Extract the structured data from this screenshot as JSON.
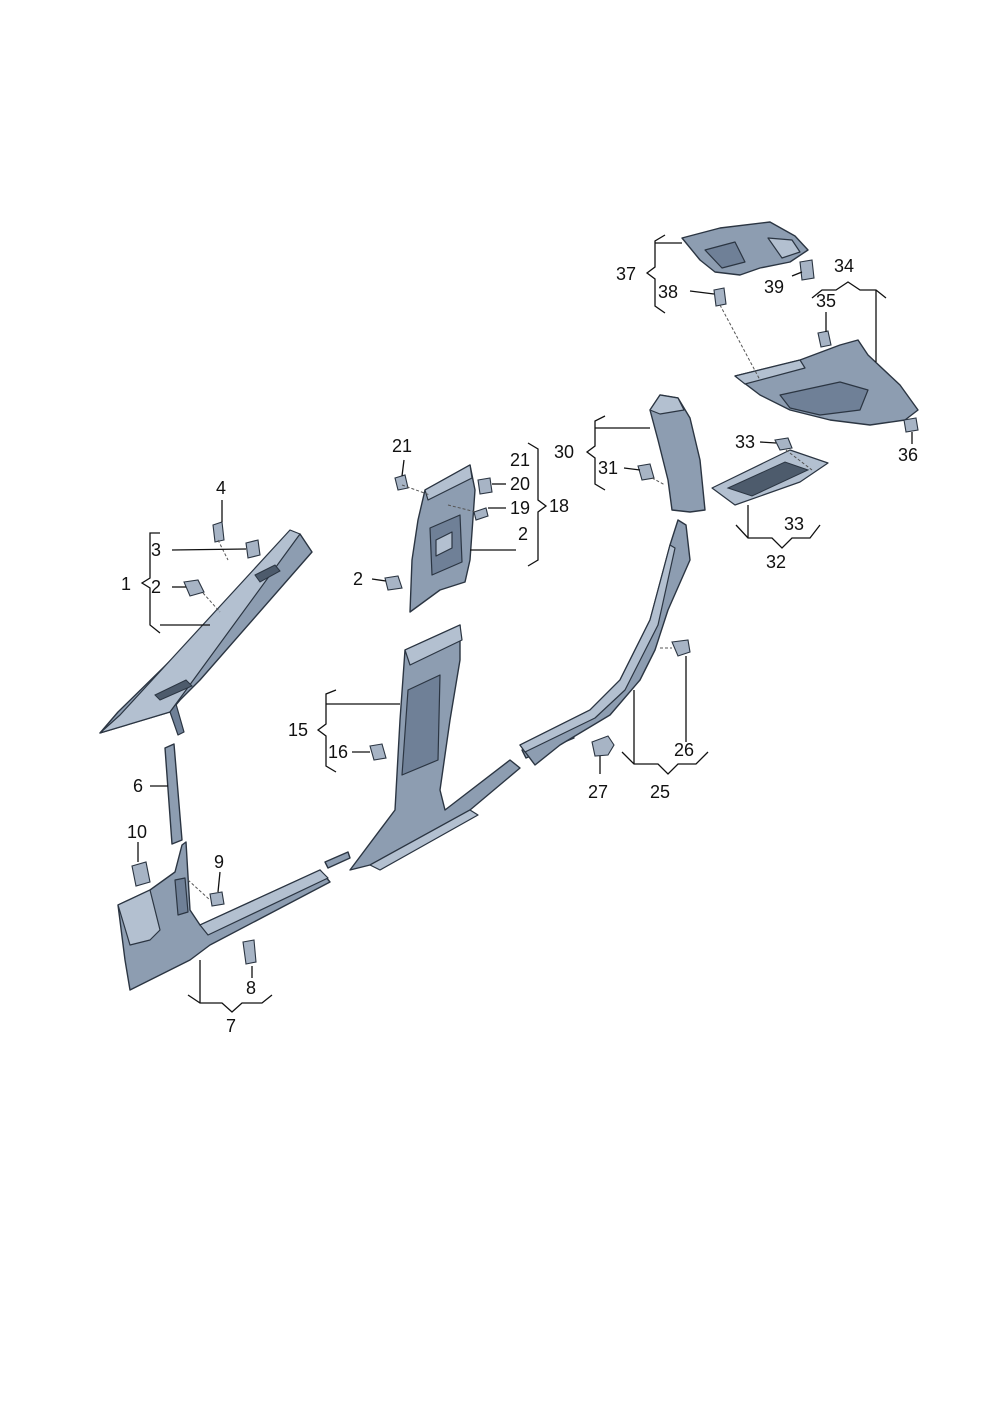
{
  "callouts": {
    "c1": "1",
    "c2a": "2",
    "c2b": "2",
    "c2c": "2",
    "c3": "3",
    "c4": "4",
    "c6": "6",
    "c7": "7",
    "c8": "8",
    "c9": "9",
    "c10": "10",
    "c15": "15",
    "c16": "16",
    "c18": "18",
    "c19": "19",
    "c20": "20",
    "c21a": "21",
    "c21b": "21",
    "c25": "25",
    "c26": "26",
    "c27": "27",
    "c30": "30",
    "c31": "31",
    "c32": "32",
    "c33a": "33",
    "c33b": "33",
    "c34": "34",
    "c35": "35",
    "c36": "36",
    "c37": "37",
    "c38": "38",
    "c39": "39"
  },
  "colors": {
    "part_fill": "#8d9db1",
    "part_light": "#b3c0d0",
    "part_dark": "#6f8097",
    "outline": "#2b3542",
    "label": "#111111"
  }
}
